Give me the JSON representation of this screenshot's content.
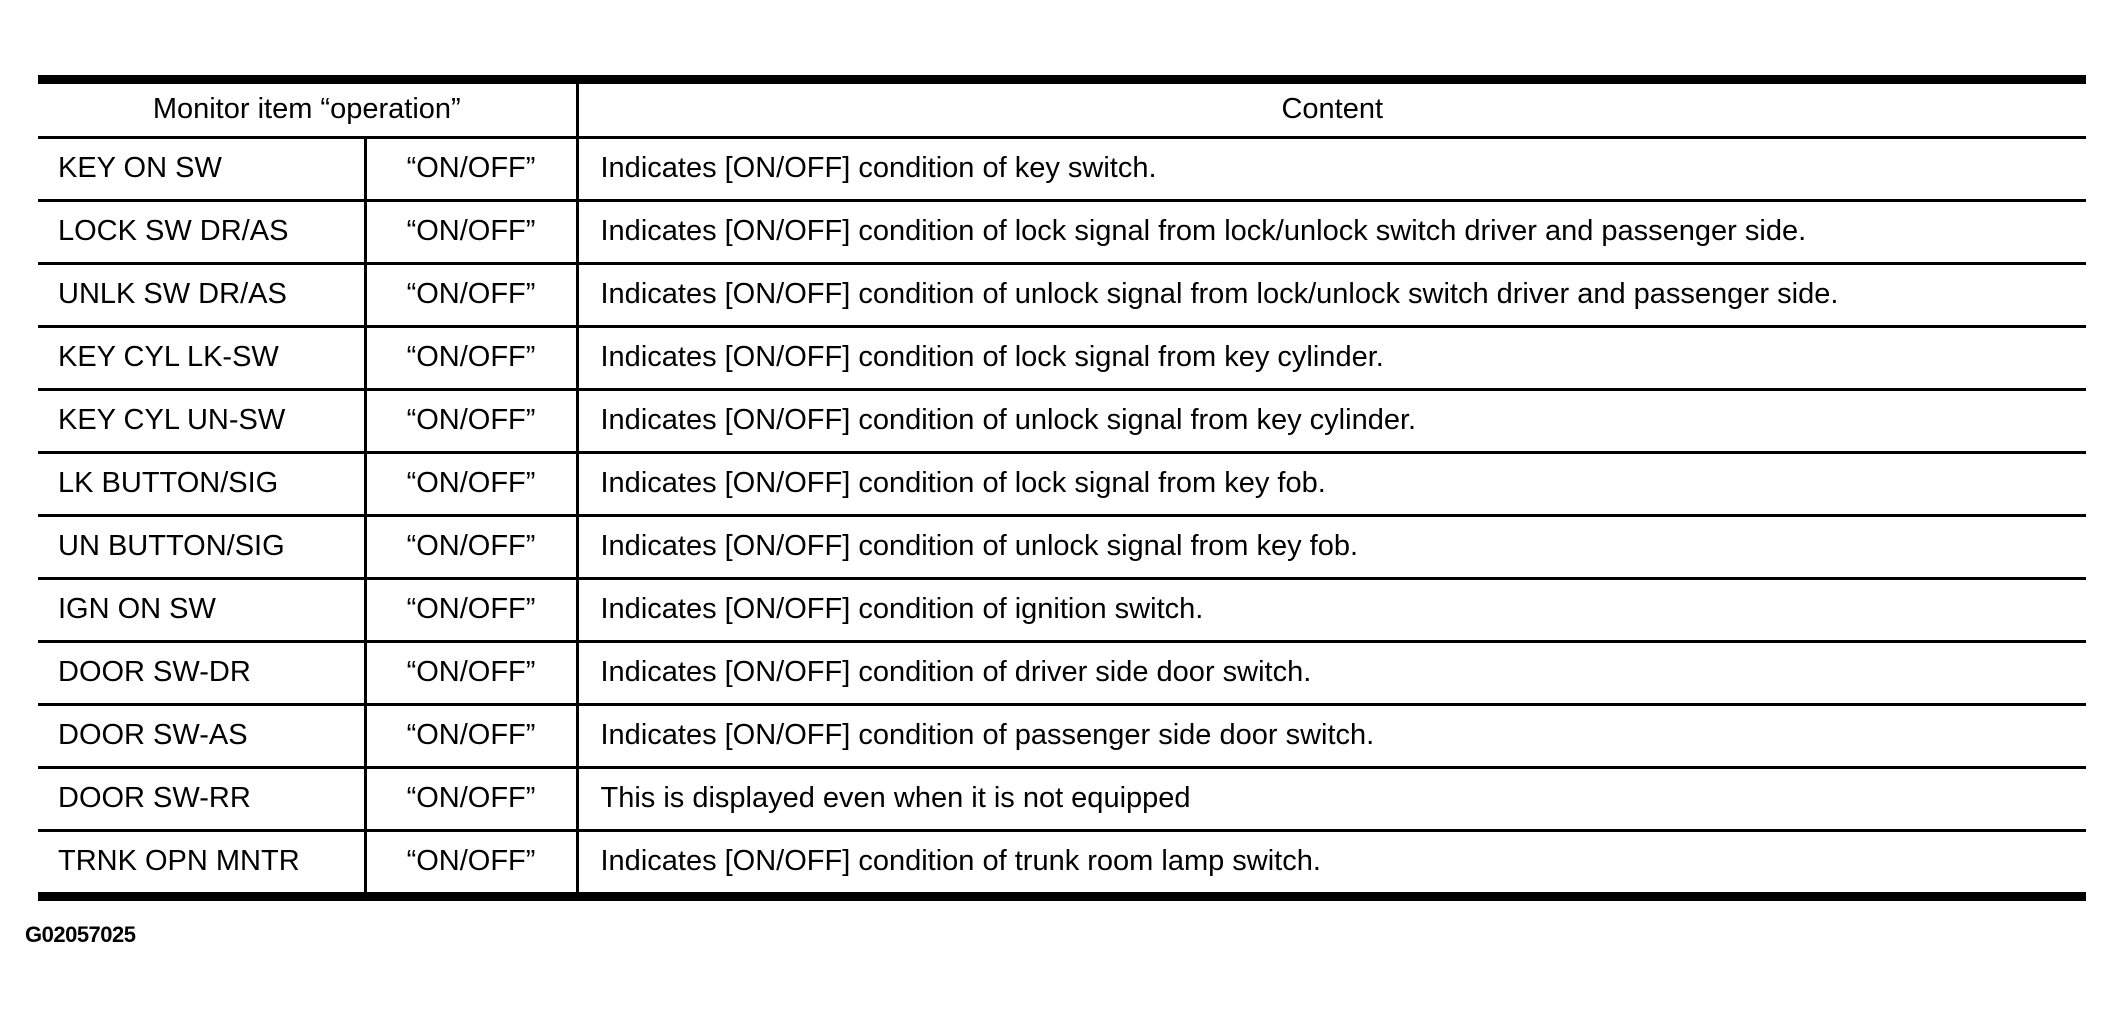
{
  "table": {
    "header": {
      "monitor_item": "Monitor item “operation”",
      "content": "Content"
    },
    "rows": [
      {
        "item": "KEY ON SW",
        "operation": "“ON/OFF”",
        "content": "Indicates [ON/OFF] condition of key switch."
      },
      {
        "item": "LOCK SW DR/AS",
        "operation": "“ON/OFF”",
        "content": "Indicates [ON/OFF] condition of lock signal from lock/unlock switch driver and passenger side."
      },
      {
        "item": "UNLK SW DR/AS",
        "operation": "“ON/OFF”",
        "content": "Indicates [ON/OFF] condition of unlock signal from lock/unlock switch driver and passenger side."
      },
      {
        "item": "KEY CYL LK-SW",
        "operation": "“ON/OFF”",
        "content": "Indicates [ON/OFF] condition of lock signal from key cylinder."
      },
      {
        "item": "KEY CYL UN-SW",
        "operation": "“ON/OFF”",
        "content": "Indicates [ON/OFF] condition of unlock signal from key cylinder."
      },
      {
        "item": "LK BUTTON/SIG",
        "operation": "“ON/OFF”",
        "content": "Indicates [ON/OFF] condition of lock signal from key fob."
      },
      {
        "item": "UN BUTTON/SIG",
        "operation": "“ON/OFF”",
        "content": "Indicates [ON/OFF] condition of unlock signal from key fob."
      },
      {
        "item": "IGN ON SW",
        "operation": "“ON/OFF”",
        "content": "Indicates [ON/OFF] condition of ignition switch."
      },
      {
        "item": "DOOR SW-DR",
        "operation": "“ON/OFF”",
        "content": "Indicates [ON/OFF] condition of driver side door switch."
      },
      {
        "item": "DOOR SW-AS",
        "operation": "“ON/OFF”",
        "content": "Indicates [ON/OFF] condition of passenger side door switch."
      },
      {
        "item": "DOOR SW-RR",
        "operation": "“ON/OFF”",
        "content": "This is displayed even when it is not equipped"
      },
      {
        "item": "TRNK OPN MNTR",
        "operation": "“ON/OFF”",
        "content": "Indicates [ON/OFF] condition of trunk room lamp switch."
      }
    ]
  },
  "caption": "G02057025",
  "colors": {
    "background": "#ffffff",
    "border": "#000000",
    "text": "#000000"
  }
}
